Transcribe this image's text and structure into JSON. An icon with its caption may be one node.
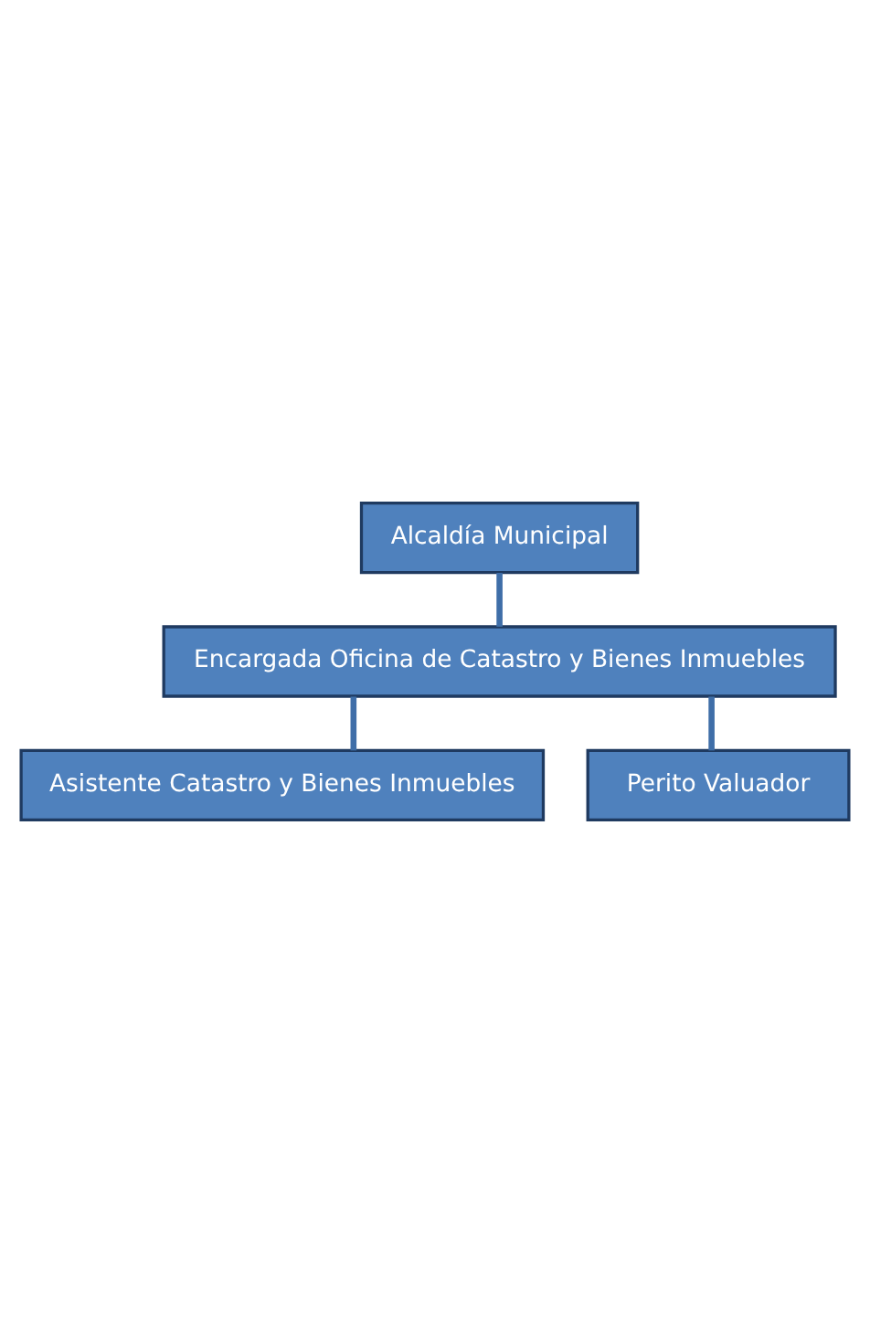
{
  "diagram": {
    "nodes": [
      {
        "text": [
          "Alcaldía Municipal"
        ]
      },
      {
        "text": [
          "Encargada Oficina de Catastro y Bienes Inmuebles"
        ]
      },
      {
        "text": [
          "Asistente Catastro y Bienes Inmuebles"
        ]
      },
      {
        "text": [
          "Perito Valuador"
        ]
      }
    ],
    "edges": [
      {
        "from": 0,
        "to": 1,
        "arrow": "none"
      },
      {
        "from": 1,
        "to": 2,
        "arrow": "none"
      },
      {
        "from": 1,
        "to": 3,
        "arrow": "none"
      }
    ]
  }
}
